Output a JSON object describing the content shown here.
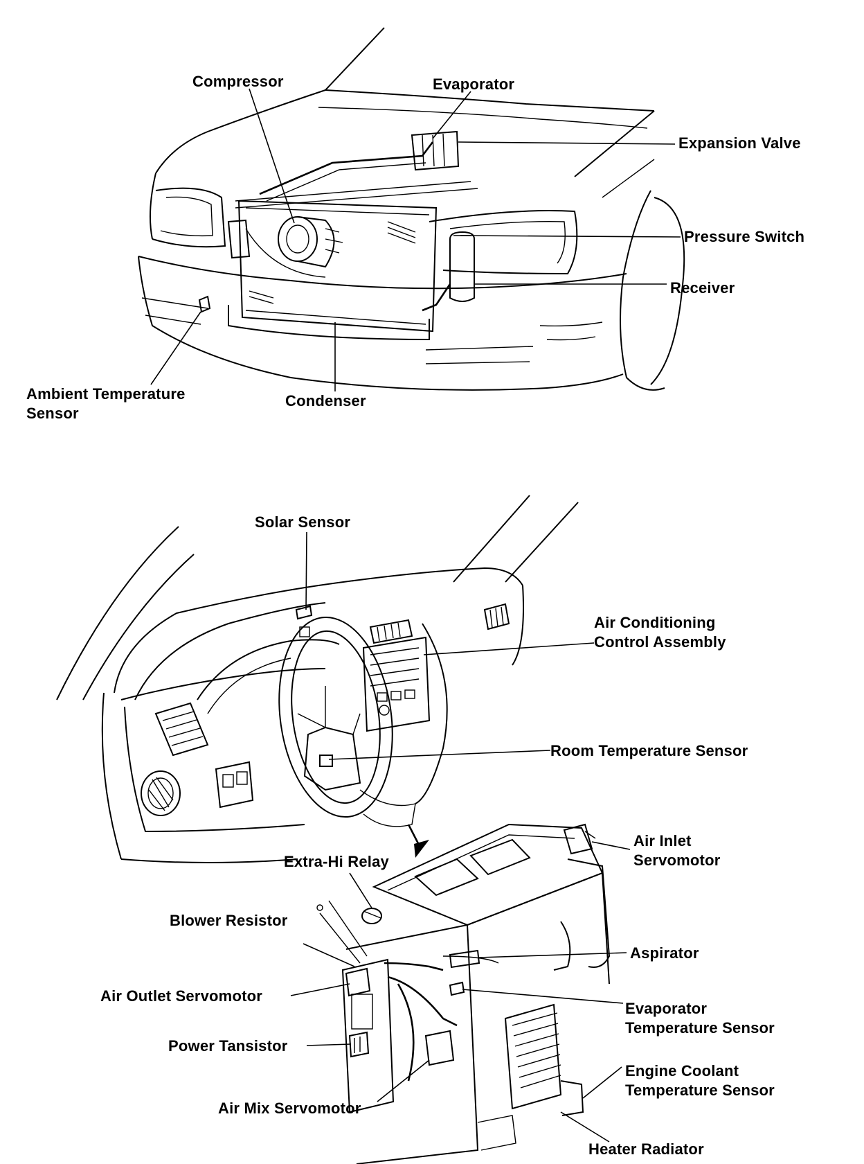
{
  "top_labels": {
    "compressor": "Compressor",
    "evaporator": "Evaporator",
    "expansion_valve": "Expansion Valve",
    "pressure_switch": "Pressure Switch",
    "receiver": "Receiver",
    "ambient_temp_sensor_line1": "Ambient Temperature",
    "ambient_temp_sensor_line2": "Sensor",
    "condenser": "Condenser"
  },
  "bottom_labels": {
    "solar_sensor": "Solar Sensor",
    "ac_control_line1": "Air Conditioning",
    "ac_control_line2": "Control Assembly",
    "room_temp_sensor": "Room Temperature Sensor",
    "air_inlet_line1": "Air Inlet",
    "air_inlet_line2": "Servomotor",
    "extra_hi_relay": "Extra-Hi Relay",
    "blower_resistor": "Blower Resistor",
    "aspirator": "Aspirator",
    "air_outlet_servomotor": "Air Outlet Servomotor",
    "evap_temp_line1": "Evaporator",
    "evap_temp_line2": "Temperature Sensor",
    "power_transistor": "Power Tansistor",
    "engine_coolant_line1": "Engine Coolant",
    "engine_coolant_line2": "Temperature Sensor",
    "air_mix_servomotor": "Air Mix Servomotor",
    "heater_radiator": "Heater Radiator"
  }
}
